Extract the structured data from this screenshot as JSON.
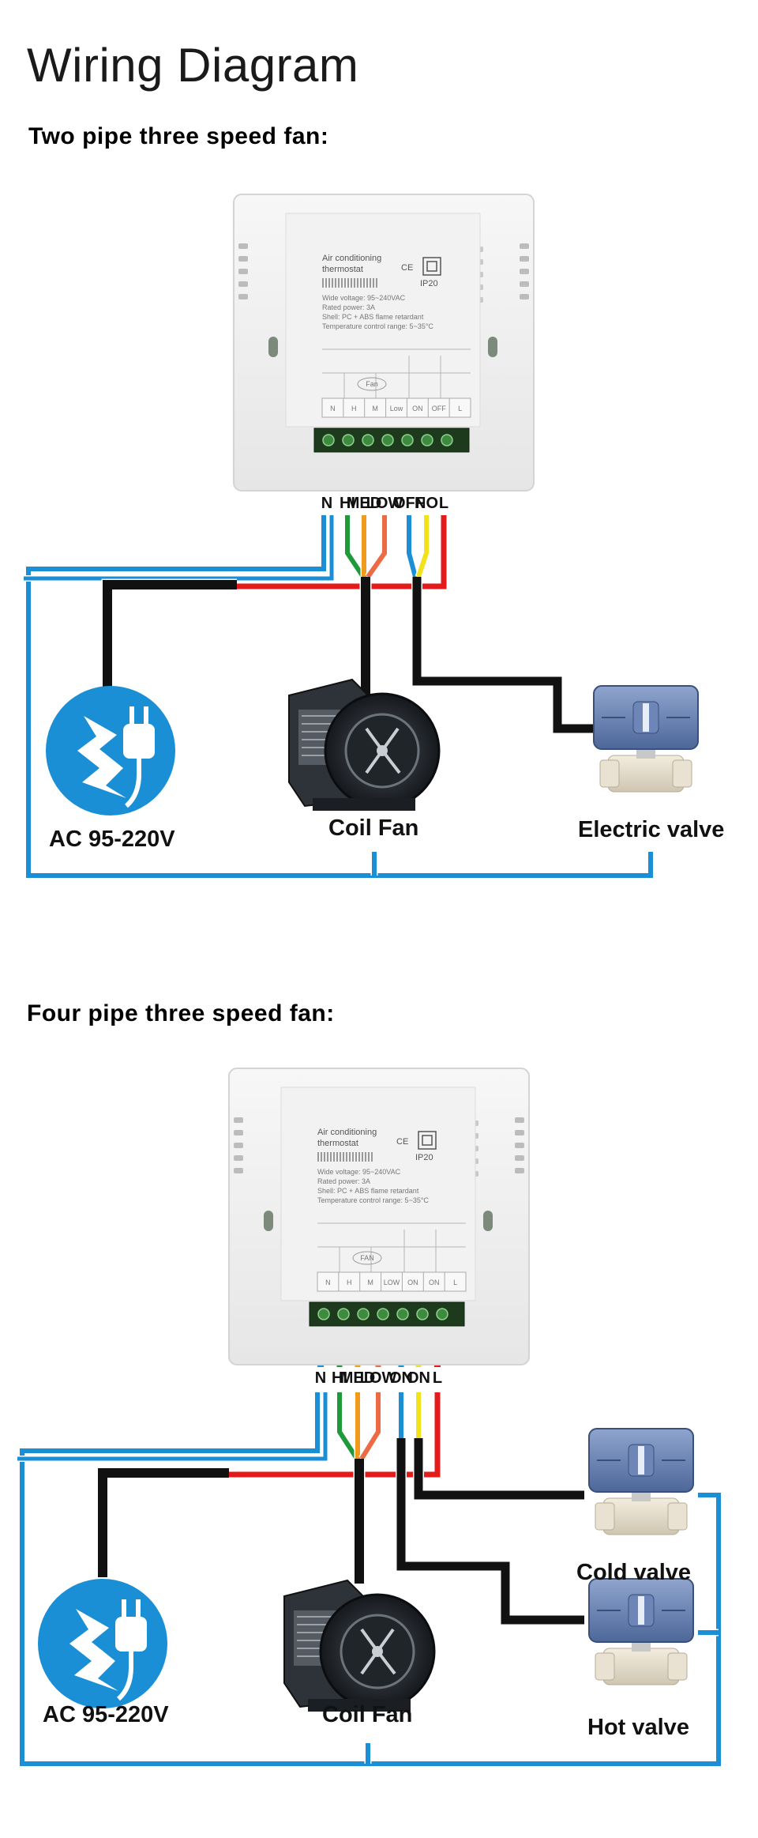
{
  "title": "Wiring Diagram",
  "colors": {
    "blue": "#1a8fd6",
    "red": "#e31b1b",
    "black": "#111111",
    "green": "#1f9a3b",
    "orange": "#f29a1e",
    "salmon": "#ec6a44",
    "yellow": "#f2e21c"
  },
  "thermostat_label": {
    "product_line1": "Air conditioning",
    "product_line2": "thermostat",
    "ip_rating": "IP20",
    "spec_voltage": "Wide voltage: 95~240VAC",
    "spec_power": "Rated power: 3A",
    "spec_shell": "Shell: PC + ABS flame retardant",
    "spec_temp": "Temperature control range: 5~35°C",
    "fan_text": "Fan",
    "fan_text_upper": "FAN"
  },
  "sections": [
    {
      "heading": "Two pipe three speed fan:",
      "inner_terminals": [
        "N",
        "H",
        "M",
        "Low",
        "ON",
        "OFF",
        "L"
      ],
      "terminals": [
        "N",
        "HI",
        "MED",
        "LOW",
        "OFF",
        "NO",
        "L"
      ],
      "labels": {
        "power": "AC 95-220V",
        "fan": "Coil Fan",
        "valve": "Electric valve"
      },
      "icons": [
        "power-plug-icon",
        "coil-fan-icon",
        "electric-valve-icon"
      ]
    },
    {
      "heading": "Four pipe three speed fan:",
      "inner_terminals": [
        "N",
        "H",
        "M",
        "LOW",
        "ON",
        "ON",
        "L"
      ],
      "terminals": [
        "N",
        "HI",
        "MED",
        "LOW",
        "ON",
        "ON",
        "L"
      ],
      "labels": {
        "power": "AC 95-220V",
        "fan": "Coil Fan",
        "cold": "Cold valve",
        "hot": "Hot valve"
      },
      "icons": [
        "power-plug-icon",
        "coil-fan-icon",
        "cold-valve-icon",
        "hot-valve-icon"
      ]
    }
  ]
}
